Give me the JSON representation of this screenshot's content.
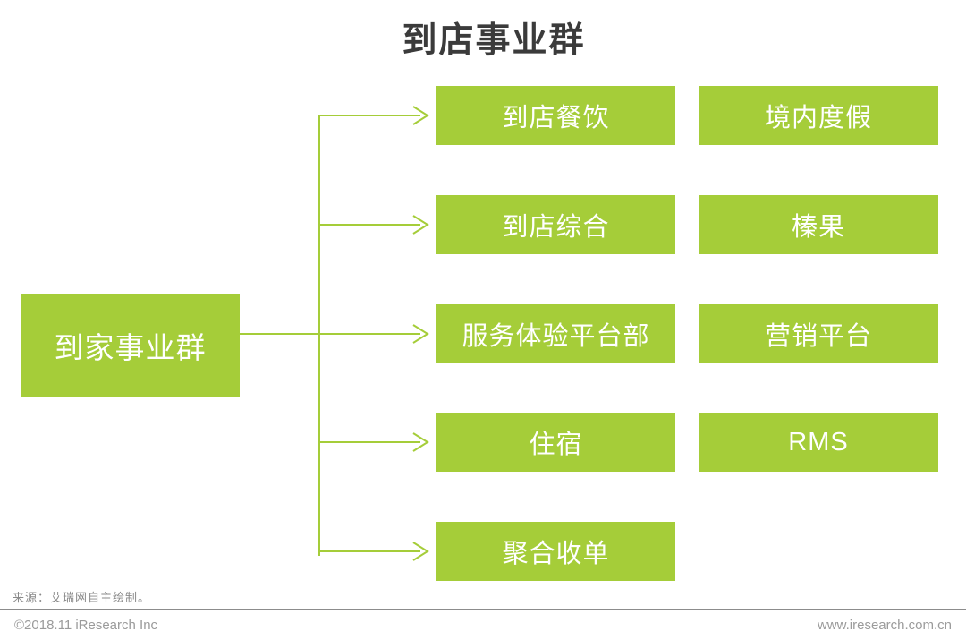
{
  "title": "到店事业群",
  "colors": {
    "accent_green": "#a5cd39",
    "title_text": "#3b3b3b",
    "node_text": "#ffffff",
    "footer_text": "#9b9b9b",
    "source_text": "#8a8a8a"
  },
  "diagram": {
    "root": "到家事业群",
    "column1": [
      "到店餐饮",
      "到店综合",
      "服务体验平台部",
      "住宿",
      "聚合收单"
    ],
    "column2": [
      "境内度假",
      "榛果",
      "营销平台",
      "RMS"
    ]
  },
  "footer": {
    "source": "来源：艾瑞网自主绘制。",
    "copyright": "©2018.11 iResearch Inc",
    "website": "www.iresearch.com.cn"
  }
}
